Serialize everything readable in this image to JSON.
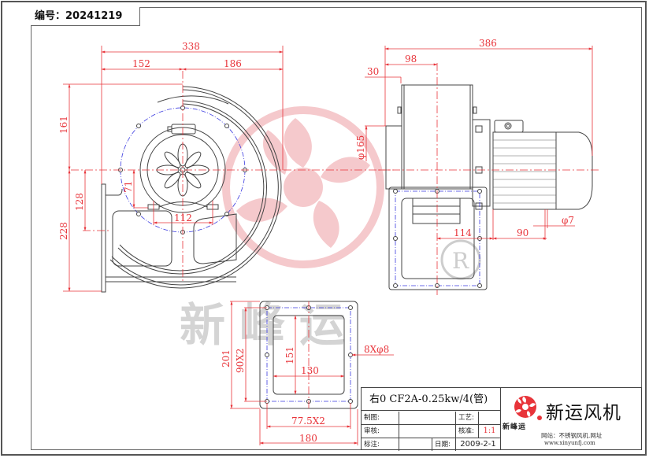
{
  "header": {
    "id_label": "编号：",
    "id_value": "20241219",
    "id_text": "编号：20241219"
  },
  "watermark": {
    "text": "新峰运",
    "registered_mark": "®",
    "color": "#f2b8bb"
  },
  "front_view": {
    "dimensions": {
      "overall_width": "338",
      "left_width": "152",
      "right_width": "186",
      "top_height": "161",
      "bottom_height": "228",
      "outlet_center_height": "128",
      "motor_foot_height": "71",
      "motor_foot_span": "112"
    }
  },
  "side_view": {
    "dimensions": {
      "overall_length": "386",
      "impeller_offset": "98",
      "inlet_offset": "30",
      "inlet_diameter": "φ165",
      "foot_offset": "114",
      "foot_span": "90",
      "foot_hole": "φ7"
    }
  },
  "flange_view": {
    "dimensions": {
      "outer_height": "201",
      "hole_pitch_vertical": "90X2",
      "inner_height": "151",
      "inner_width": "130",
      "hole_spec": "8Xφ8",
      "hole_pitch_horizontal": "77.5X2",
      "outer_width": "180"
    }
  },
  "title_block": {
    "model": "右0  CF2A-0.25kw/4(管)",
    "rows": [
      {
        "label": "制图:",
        "value": "",
        "label2": "工艺:",
        "value2": ""
      },
      {
        "label": "审核:",
        "value": "",
        "label2": "核准:",
        "value2": "1:1"
      },
      {
        "label": "标注:",
        "value": "",
        "label2": "日期:",
        "value2": "2009-2-1"
      }
    ],
    "brand": "新运风机",
    "brand_logo_text": "新峰运",
    "website_line1": "网站：不锈钢风机.网址",
    "website_line2": "www.xinyunfj.com",
    "accent_color": "#e8343a"
  },
  "colors": {
    "dimension": "#e8343a",
    "outline": "#444444",
    "bolt_circle": "#3a3ae0",
    "watermark": "#f4c0c3"
  }
}
